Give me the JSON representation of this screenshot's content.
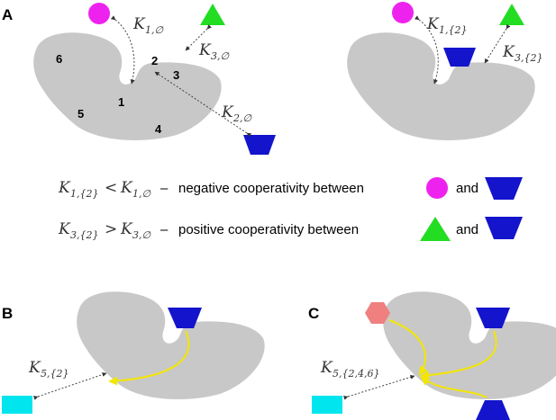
{
  "panels": {
    "a": "A",
    "b": "B",
    "c": "C"
  },
  "sites": [
    "1",
    "2",
    "3",
    "4",
    "5",
    "6"
  ],
  "constants": {
    "k1_empty": {
      "main": "K",
      "sub": "1,∅"
    },
    "k3_empty": {
      "main": "K",
      "sub": "3,∅"
    },
    "k2_empty": {
      "main": "K",
      "sub": "2,∅"
    },
    "k1_2": {
      "main": "K",
      "sub": "1,{2}"
    },
    "k3_2": {
      "main": "K",
      "sub": "3,{2}"
    },
    "k5_2": {
      "main": "K",
      "sub": "5,{2}"
    },
    "k5_246": {
      "main": "K",
      "sub": "5,{2,4,6}"
    }
  },
  "equations": {
    "row1": {
      "lhs": {
        "main": "K",
        "sub": "1,{2}"
      },
      "op": "<",
      "rhs": {
        "main": "K",
        "sub": "1,∅"
      },
      "dash": "–",
      "text": "negative cooperativity between",
      "and": "and"
    },
    "row2": {
      "lhs": {
        "main": "K",
        "sub": "3,{2}"
      },
      "op": ">",
      "rhs": {
        "main": "K",
        "sub": "3,∅"
      },
      "dash": "–",
      "text": "positive cooperativity between",
      "and": "and"
    }
  },
  "colors": {
    "protein": "#c8c8c8",
    "ligand_magenta": "#ee22ee",
    "ligand_green": "#22dd22",
    "ligand_blue": "#1414cc",
    "ligand_cyan": "#00e5ee",
    "ligand_salmon": "#f08080",
    "allosteric_arrow": "#f3e600"
  },
  "icons": [
    "magenta-circle-icon",
    "green-triangle-icon",
    "blue-trapezoid-icon",
    "cyan-rectangle-icon",
    "salmon-hexagon-icon"
  ]
}
